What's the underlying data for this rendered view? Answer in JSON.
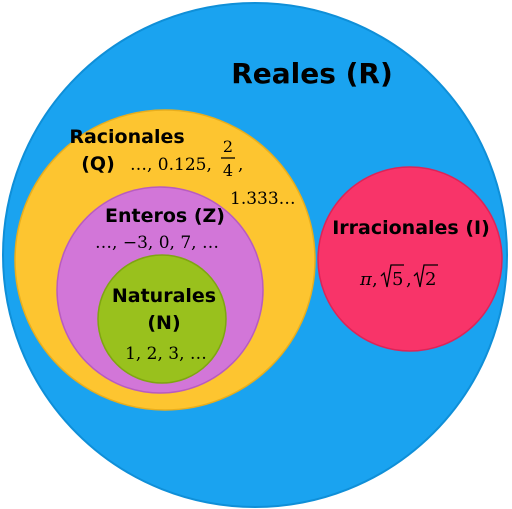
{
  "sets": {
    "reales": {
      "label": "Reales (R)",
      "color": "#1aa3f0"
    },
    "racionales": {
      "label_line1": "Racionales",
      "label_line2": "(Q)",
      "examples_part1": "…, 0.125,",
      "fraction_numerator": "2",
      "fraction_denominator": "4",
      "fraction_comma": ",",
      "examples_part2": "1.333…",
      "color": "#fdc530"
    },
    "enteros": {
      "label": "Enteros (Z)",
      "examples": "…, −3, 0, 7, …",
      "color": "#d276d8"
    },
    "naturales": {
      "label_line1": "Naturales",
      "label_line2": "(N)",
      "examples": "1, 2, 3, …",
      "color": "#99c11d"
    },
    "irracionales": {
      "label": "Irracionales (I)",
      "ex_pi": "π",
      "ex_sep1": ",",
      "ex_root5": "5",
      "ex_sep2": ",",
      "ex_root2": "2",
      "color": "#f83469"
    }
  }
}
